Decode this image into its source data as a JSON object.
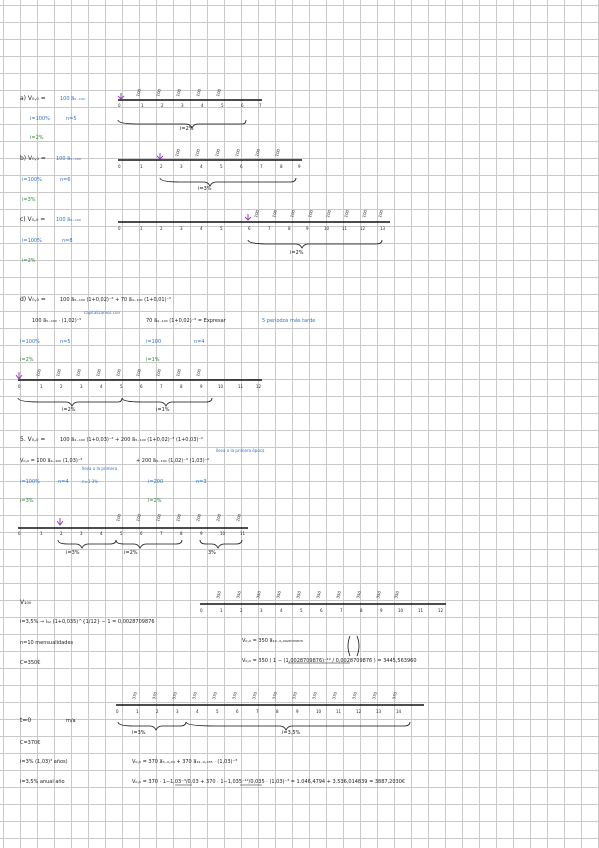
{
  "blocks": {
    "a": {
      "header": "a) V₀,₀ =",
      "value": "100 a̅₅₋₁₀₀",
      "rate": "i=100%",
      "n": "n=5",
      "eff": "i=2%",
      "axis": [
        "0",
        "1",
        "2",
        "3",
        "4",
        "5",
        "6",
        "7"
      ],
      "marks": [
        "100",
        "100",
        "100",
        "100",
        "100"
      ],
      "brace": "i=2%"
    },
    "b": {
      "header": "b) V₀,₀ =",
      "value": "100 a̅₅₋₁₀₀",
      "rate": "i=100%",
      "n": "n=6",
      "eff": "i=3%",
      "axis": [
        "0",
        "1",
        "2",
        "3",
        "4",
        "5",
        "6",
        "7",
        "8",
        "9"
      ],
      "marks": [
        "100",
        "100",
        "100",
        "100",
        "100",
        "100"
      ],
      "brace": "i=3%"
    },
    "c": {
      "header": "c) V₀,₀ =",
      "value": "100 a̅₈₋₁₀₀",
      "rate": "i=100%",
      "n": "n=8",
      "eff": "i=2%",
      "axis": [
        "0",
        "1",
        "2",
        "3",
        "4",
        "5",
        "6",
        "7",
        "8",
        "9",
        "10",
        "11",
        "12",
        "13"
      ],
      "marks": [
        "100",
        "100",
        "100",
        "100",
        "100",
        "100",
        "100",
        "100"
      ],
      "brace": "i=2%"
    },
    "d": {
      "header": "d) V₀,₀ =",
      "formula": "100 a̅₅₋₁₀₀ (1+0,02)⁻⁵ + 70 a̅₄₋₁₀₀ (1+0,01)⁻⁵",
      "left_note": "100 a̅₅₋₁₀₀ · (1,02)⁻⁵",
      "left_sub": "capitalizamos con",
      "right_note": "70 a̅₄₋₁₀₀ (1+0,02)⁻⁵ = Expresar",
      "right_aside": "5 periodos más tarde",
      "l_rate": "i=100%",
      "l_n": "n=5",
      "l_eff": "i=2%",
      "r_rate": "i=100",
      "r_n": "n=4",
      "r_eff": "i=1%",
      "axis": [
        "0",
        "1",
        "2",
        "3",
        "4",
        "5",
        "6",
        "7",
        "8",
        "9",
        "10",
        "11",
        "12"
      ],
      "marks": [
        "100",
        "100",
        "100",
        "100",
        "100",
        "100",
        "100",
        "100",
        "100"
      ],
      "brace1": "i=2%",
      "brace2": "i=1%"
    },
    "e": {
      "header": "5. V₀,₀ =",
      "formula": "100 a̅₄₋₁₀₀ (1+0,03)⁻² + 200 a̅₃₋₁₀₀ (1+0,02)⁻³ (1+0,03)⁻²",
      "line2": "V₀,₀ = 100 a̅₄₋₁₀₀ (1,03)⁻²",
      "line2b": "+ 200 a̅₃₋₁₀₀ (1,02)⁻³ (1,03)⁻²",
      "note_a": "lleva a la primera",
      "note_b": "lleva a la primera época",
      "l_rate": "i=100%",
      "l_n": "n=4",
      "l_sub": "n=1  3%",
      "r_rate": "i=200",
      "r_n": "n=3",
      "l_eff": "i=3%",
      "r_eff": "i=2%",
      "axis": [
        "0",
        "1",
        "2",
        "3",
        "4",
        "5",
        "6",
        "7",
        "8",
        "9",
        "10",
        "11"
      ],
      "marks": [
        "100",
        "100",
        "100",
        "100",
        "200",
        "200",
        "200"
      ],
      "brace1": "i=3%",
      "brace2": "i=2%",
      "brace3": "3%"
    },
    "f": {
      "header": "V₁₀₀",
      "line1": "i=3,5%   →  i₁₂ (1+0,035)^{1/12} − 1 = 0,0028709876",
      "line2": "n=10 mensualidades",
      "line3": "C=350€",
      "v1": "V₀,₀ = 350 a̅₁₀₋₀,₀₀₂₈₇₀₉₈₇₆",
      "v2": "V₀,₀ = 350 ( 1 − (1,0028709876)⁻¹⁰ / 0,0028709876 ) = 3445,563960",
      "axis": [
        "0",
        "1",
        "2",
        "3",
        "4",
        "5",
        "6",
        "7",
        "8",
        "9",
        "10",
        "11",
        "12"
      ],
      "marks": [
        "350",
        "350",
        "350",
        "350",
        "350",
        "350",
        "350",
        "350",
        "350",
        "350"
      ]
    },
    "g": {
      "header": "t=0",
      "sub": "m/a",
      "c": "C=370€",
      "i1": "i=3% (1,03)³ años)",
      "i2": "i=3,5% anual año",
      "v1": "V₀,₀ = 370 a̅₃₋₀,₀₃ + 370 a̅₁₂₋₀,₀₃₅ · (1,03)⁻³",
      "v2": "V₀,₀ = 370 · 1−1,03⁻³/0,03 + 370 · 1−1,035⁻¹²/0,035 · (1,03)⁻³ = 1.046,4794 + 3.536,014839 = 3887,2030€",
      "axis": [
        "0",
        "1",
        "2",
        "3",
        "4",
        "5",
        "6",
        "7",
        "8",
        "9",
        "10",
        "11",
        "12",
        "13",
        "14"
      ],
      "marks": [
        "370",
        "370",
        "370",
        "370",
        "370",
        "370",
        "370",
        "370",
        "370",
        "370",
        "370",
        "370",
        "370",
        "370"
      ],
      "brace1": "i=3%",
      "brace2": "i=3,5%"
    }
  },
  "colors": {
    "grid": "#c9c9c9",
    "ink": "#1a1a1a",
    "blue": "#2f72c9",
    "green": "#2e8b3a",
    "purple": "#9b3fc2"
  }
}
